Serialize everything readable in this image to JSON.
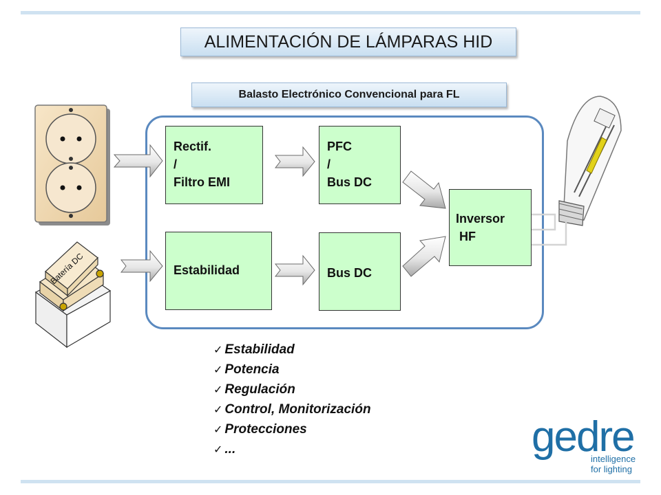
{
  "title": "ALIMENTACIÓN DE LÁMPARAS HID",
  "subtitle": "Balasto Electrónico Convencional para FL",
  "blocks": {
    "rectif": "Rectif.\n/\nFiltro EMI",
    "pfc": "PFC\n/\nBus DC",
    "estabilidad": "Estabilidad",
    "bus_dc": "Bus DC",
    "inversor": "Inversor\n HF"
  },
  "battery_label": "Batería DC",
  "features": [
    "Estabilidad",
    "Potencia",
    "Regulación",
    "Control, Monitorización",
    "Protecciones",
    "..."
  ],
  "check_glyph": "✓",
  "logo": {
    "brand": "gedre",
    "tagline": "intelligence\nfor lighting"
  },
  "colors": {
    "block_fill": "#ccffcc",
    "frame": "#5a89bf",
    "title_fill": "#c9dff1",
    "logo": "#1f6fa6"
  }
}
